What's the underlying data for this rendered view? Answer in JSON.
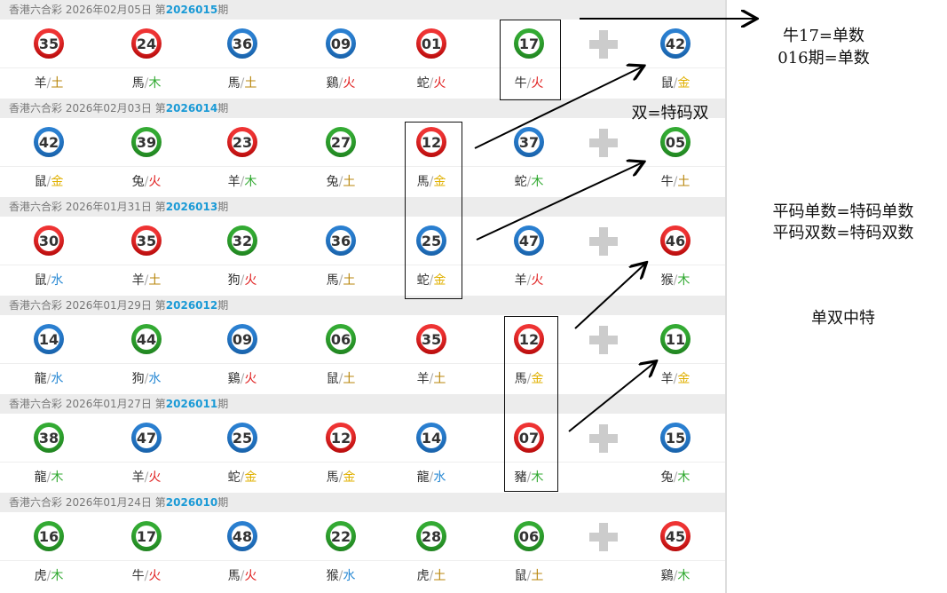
{
  "lottery_name": "香港六合彩",
  "draws": [
    {
      "date": "2026年02月05日",
      "issue_prefix": "第",
      "issue": "2026015",
      "issue_suffix": "期",
      "numbers": [
        {
          "n": "35",
          "c": "red",
          "z": "羊",
          "e": "土"
        },
        {
          "n": "24",
          "c": "red",
          "z": "馬",
          "e": "木"
        },
        {
          "n": "36",
          "c": "blue",
          "z": "馬",
          "e": "土"
        },
        {
          "n": "09",
          "c": "blue",
          "z": "鷄",
          "e": "火"
        },
        {
          "n": "01",
          "c": "red",
          "z": "蛇",
          "e": "火"
        },
        {
          "n": "17",
          "c": "green",
          "z": "牛",
          "e": "火"
        },
        {
          "n": "42",
          "c": "blue",
          "z": "鼠",
          "e": "金"
        }
      ]
    },
    {
      "date": "2026年02月03日",
      "issue_prefix": "第",
      "issue": "2026014",
      "issue_suffix": "期",
      "numbers": [
        {
          "n": "42",
          "c": "blue",
          "z": "鼠",
          "e": "金"
        },
        {
          "n": "39",
          "c": "green",
          "z": "兔",
          "e": "火"
        },
        {
          "n": "23",
          "c": "red",
          "z": "羊",
          "e": "木"
        },
        {
          "n": "27",
          "c": "green",
          "z": "兔",
          "e": "土"
        },
        {
          "n": "12",
          "c": "red",
          "z": "馬",
          "e": "金"
        },
        {
          "n": "37",
          "c": "blue",
          "z": "蛇",
          "e": "木"
        },
        {
          "n": "05",
          "c": "green",
          "z": "牛",
          "e": "土"
        }
      ]
    },
    {
      "date": "2026年01月31日",
      "issue_prefix": "第",
      "issue": "2026013",
      "issue_suffix": "期",
      "numbers": [
        {
          "n": "30",
          "c": "red",
          "z": "鼠",
          "e": "水"
        },
        {
          "n": "35",
          "c": "red",
          "z": "羊",
          "e": "土"
        },
        {
          "n": "32",
          "c": "green",
          "z": "狗",
          "e": "火"
        },
        {
          "n": "36",
          "c": "blue",
          "z": "馬",
          "e": "土"
        },
        {
          "n": "25",
          "c": "blue",
          "z": "蛇",
          "e": "金"
        },
        {
          "n": "47",
          "c": "blue",
          "z": "羊",
          "e": "火"
        },
        {
          "n": "46",
          "c": "red",
          "z": "猴",
          "e": "木"
        }
      ]
    },
    {
      "date": "2026年01月29日",
      "issue_prefix": "第",
      "issue": "2026012",
      "issue_suffix": "期",
      "numbers": [
        {
          "n": "14",
          "c": "blue",
          "z": "龍",
          "e": "水"
        },
        {
          "n": "44",
          "c": "green",
          "z": "狗",
          "e": "水"
        },
        {
          "n": "09",
          "c": "blue",
          "z": "鷄",
          "e": "火"
        },
        {
          "n": "06",
          "c": "green",
          "z": "鼠",
          "e": "土"
        },
        {
          "n": "35",
          "c": "red",
          "z": "羊",
          "e": "土"
        },
        {
          "n": "12",
          "c": "red",
          "z": "馬",
          "e": "金"
        },
        {
          "n": "11",
          "c": "green",
          "z": "羊",
          "e": "金"
        }
      ]
    },
    {
      "date": "2026年01月27日",
      "issue_prefix": "第",
      "issue": "2026011",
      "issue_suffix": "期",
      "numbers": [
        {
          "n": "38",
          "c": "green",
          "z": "龍",
          "e": "木"
        },
        {
          "n": "47",
          "c": "blue",
          "z": "羊",
          "e": "火"
        },
        {
          "n": "25",
          "c": "blue",
          "z": "蛇",
          "e": "金"
        },
        {
          "n": "12",
          "c": "red",
          "z": "馬",
          "e": "金"
        },
        {
          "n": "14",
          "c": "blue",
          "z": "龍",
          "e": "水"
        },
        {
          "n": "07",
          "c": "red",
          "z": "豬",
          "e": "木"
        },
        {
          "n": "15",
          "c": "blue",
          "z": "兔",
          "e": "木"
        }
      ]
    },
    {
      "date": "2026年01月24日",
      "issue_prefix": "第",
      "issue": "2026010",
      "issue_suffix": "期",
      "numbers": [
        {
          "n": "16",
          "c": "green",
          "z": "虎",
          "e": "木"
        },
        {
          "n": "17",
          "c": "green",
          "z": "牛",
          "e": "火"
        },
        {
          "n": "48",
          "c": "blue",
          "z": "馬",
          "e": "火"
        },
        {
          "n": "22",
          "c": "green",
          "z": "猴",
          "e": "水"
        },
        {
          "n": "28",
          "c": "green",
          "z": "虎",
          "e": "土"
        },
        {
          "n": "06",
          "c": "green",
          "z": "鼠",
          "e": "土"
        },
        {
          "n": "45",
          "c": "red",
          "z": "鷄",
          "e": "木"
        }
      ]
    }
  ],
  "element_colors": {
    "金": "#e0b000",
    "木": "#2fa82f",
    "水": "#2a8ad4",
    "火": "#e02020",
    "土": "#b8860b"
  },
  "annotations": {
    "note1": "牛17=单数",
    "note2": "016期=单数",
    "note3": "双=特码双",
    "note4": "平码单数=特码单数",
    "note5": "平码双数=特码双数",
    "note6": "单双中特"
  }
}
